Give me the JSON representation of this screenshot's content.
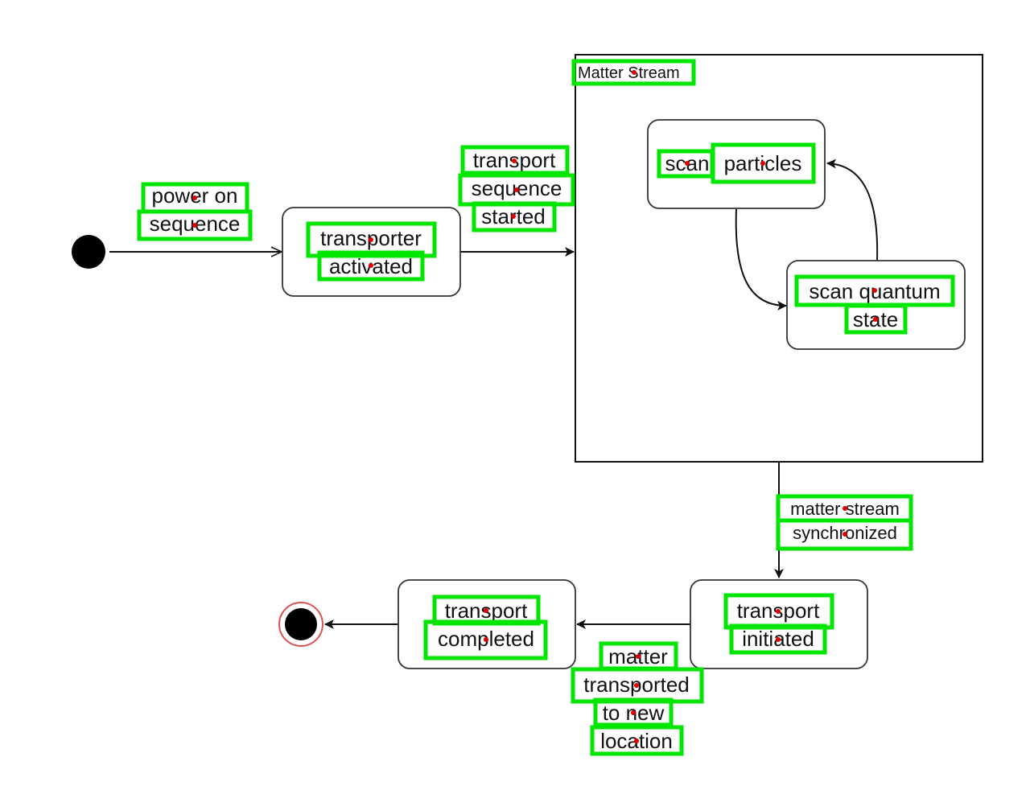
{
  "composite": {
    "title": "Matter Stream"
  },
  "states": {
    "transporter_activated": [
      "transporter",
      "activated"
    ],
    "scan_particles": [
      "scan",
      "particles"
    ],
    "scan_quantum_state": [
      "scan quantum",
      "state"
    ],
    "transport_initiated": [
      "transport",
      "initiated"
    ],
    "transport_completed": [
      "transport",
      "completed"
    ]
  },
  "transitions": {
    "power_on": [
      "power on",
      "sequence"
    ],
    "transport_started": [
      "transport",
      "sequence",
      "started"
    ],
    "stream_synchronized": [
      "matter stream",
      "synchronized"
    ],
    "matter_transported": [
      "matter",
      "transported",
      "to new",
      "location"
    ]
  },
  "colors": {
    "highlight": "#00e600",
    "marker": "#e00000",
    "final_ring": "#d9534f"
  }
}
